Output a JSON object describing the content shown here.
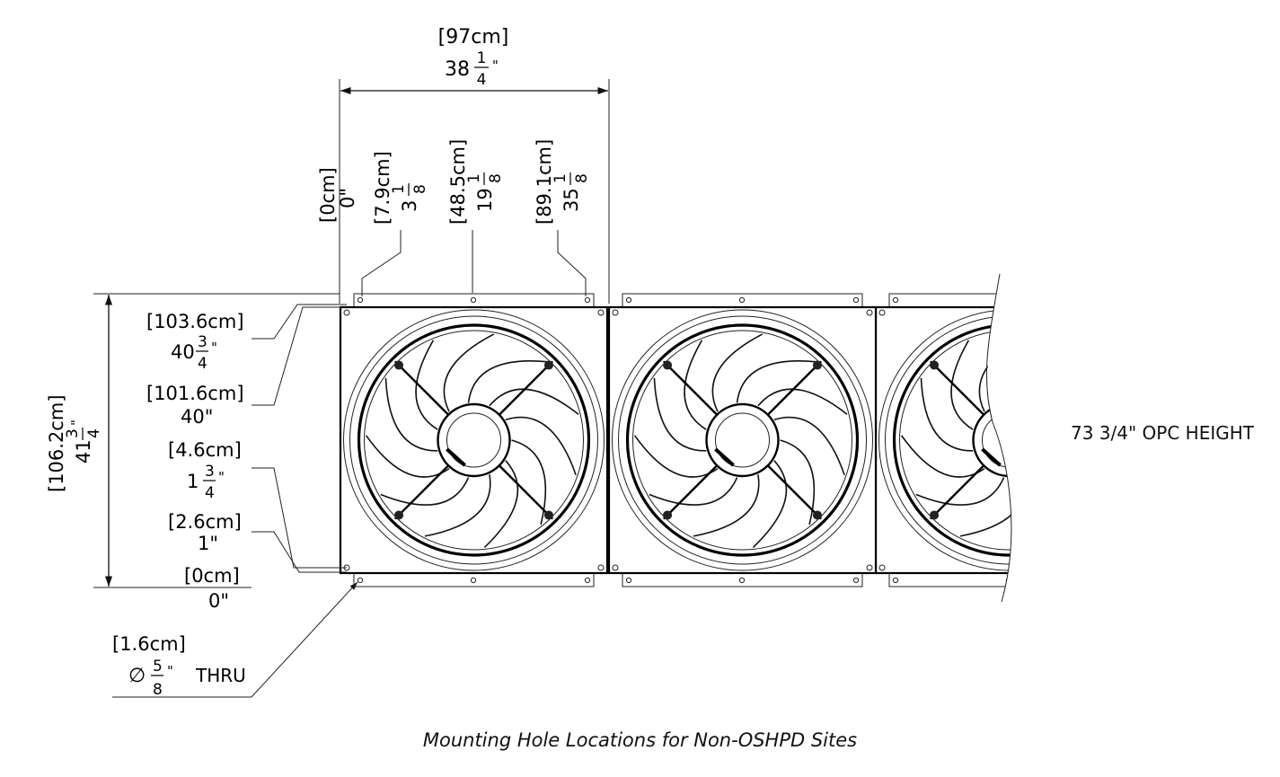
{
  "dimensions": {
    "overall_width": {
      "metric": "[97cm]",
      "whole": "38",
      "num": "1",
      "den": "4"
    },
    "top_holes": [
      {
        "metric": "[0cm]",
        "imperial": "0\""
      },
      {
        "metric": "[7.9cm]",
        "whole": "3",
        "num": "1",
        "den": "8"
      },
      {
        "metric": "[48.5cm]",
        "whole": "19",
        "num": "1",
        "den": "8"
      },
      {
        "metric": "[89.1cm]",
        "whole": "35",
        "num": "1",
        "den": "8"
      }
    ],
    "overall_height": {
      "metric": "[106.2cm]",
      "whole": "41",
      "num": "3",
      "den": "4"
    },
    "side_holes": [
      {
        "metric": "[103.6cm]",
        "whole": "40",
        "num": "3",
        "den": "4"
      },
      {
        "metric": "[101.6cm]",
        "imperial": "40\""
      },
      {
        "metric": "[4.6cm]",
        "whole": "1",
        "num": "3",
        "den": "4"
      },
      {
        "metric": "[2.6cm]",
        "imperial": "1\""
      },
      {
        "metric": "[0cm]",
        "imperial": "0\""
      }
    ],
    "hole": {
      "metric": "[1.6cm]",
      "symbol": "∅",
      "num": "5",
      "den": "8",
      "suffix": "THRU"
    }
  },
  "opc_note": "73 3/4\" OPC HEIGHT",
  "caption": "Mounting Hole Locations for Non-OSHPD Sites"
}
